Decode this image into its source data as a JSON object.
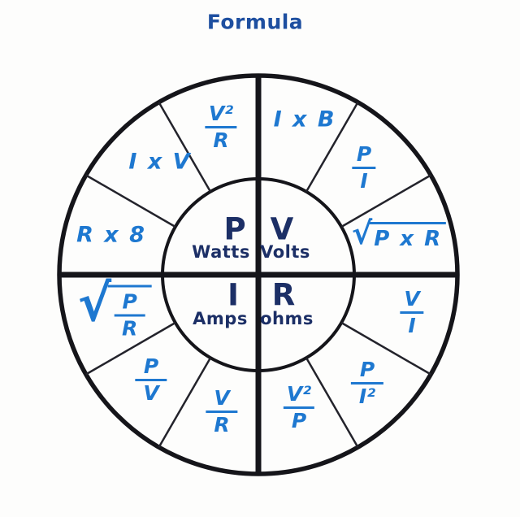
{
  "title": "Formula",
  "colors": {
    "formula-blue": "#1e78d0",
    "center-navy": "#1c2f66",
    "title-blue": "#1e4fa0",
    "line": "#15151a",
    "spoke": "#23232b",
    "bg": "#fdfdfc"
  },
  "center": {
    "power": {
      "symbol": "P",
      "unit": "Watts"
    },
    "voltage": {
      "symbol": "V",
      "unit": "Volts"
    },
    "current": {
      "symbol": "I",
      "unit": "Amps"
    },
    "resistance": {
      "symbol": "R",
      "unit": "ohms"
    }
  },
  "formulas": {
    "power_top": {
      "num": "V²",
      "den": "R"
    },
    "power_mid": {
      "text": "I x V"
    },
    "power_low": {
      "text": "R x 8"
    },
    "voltage_top": {
      "text": "I x B"
    },
    "voltage_mid": {
      "num": "P",
      "den": "I"
    },
    "voltage_low": {
      "radical": "√",
      "text": "P x R"
    },
    "current_low": {
      "radical": "√",
      "num": "P",
      "den": "R"
    },
    "current_mid": {
      "num": "P",
      "den": "V"
    },
    "current_bot": {
      "num": "V",
      "den": "R"
    },
    "resistance_top": {
      "num": "V",
      "den": "I"
    },
    "resistance_mid": {
      "num": "P",
      "den": "I²"
    },
    "resistance_bot": {
      "num": "V²",
      "den": "P"
    }
  }
}
